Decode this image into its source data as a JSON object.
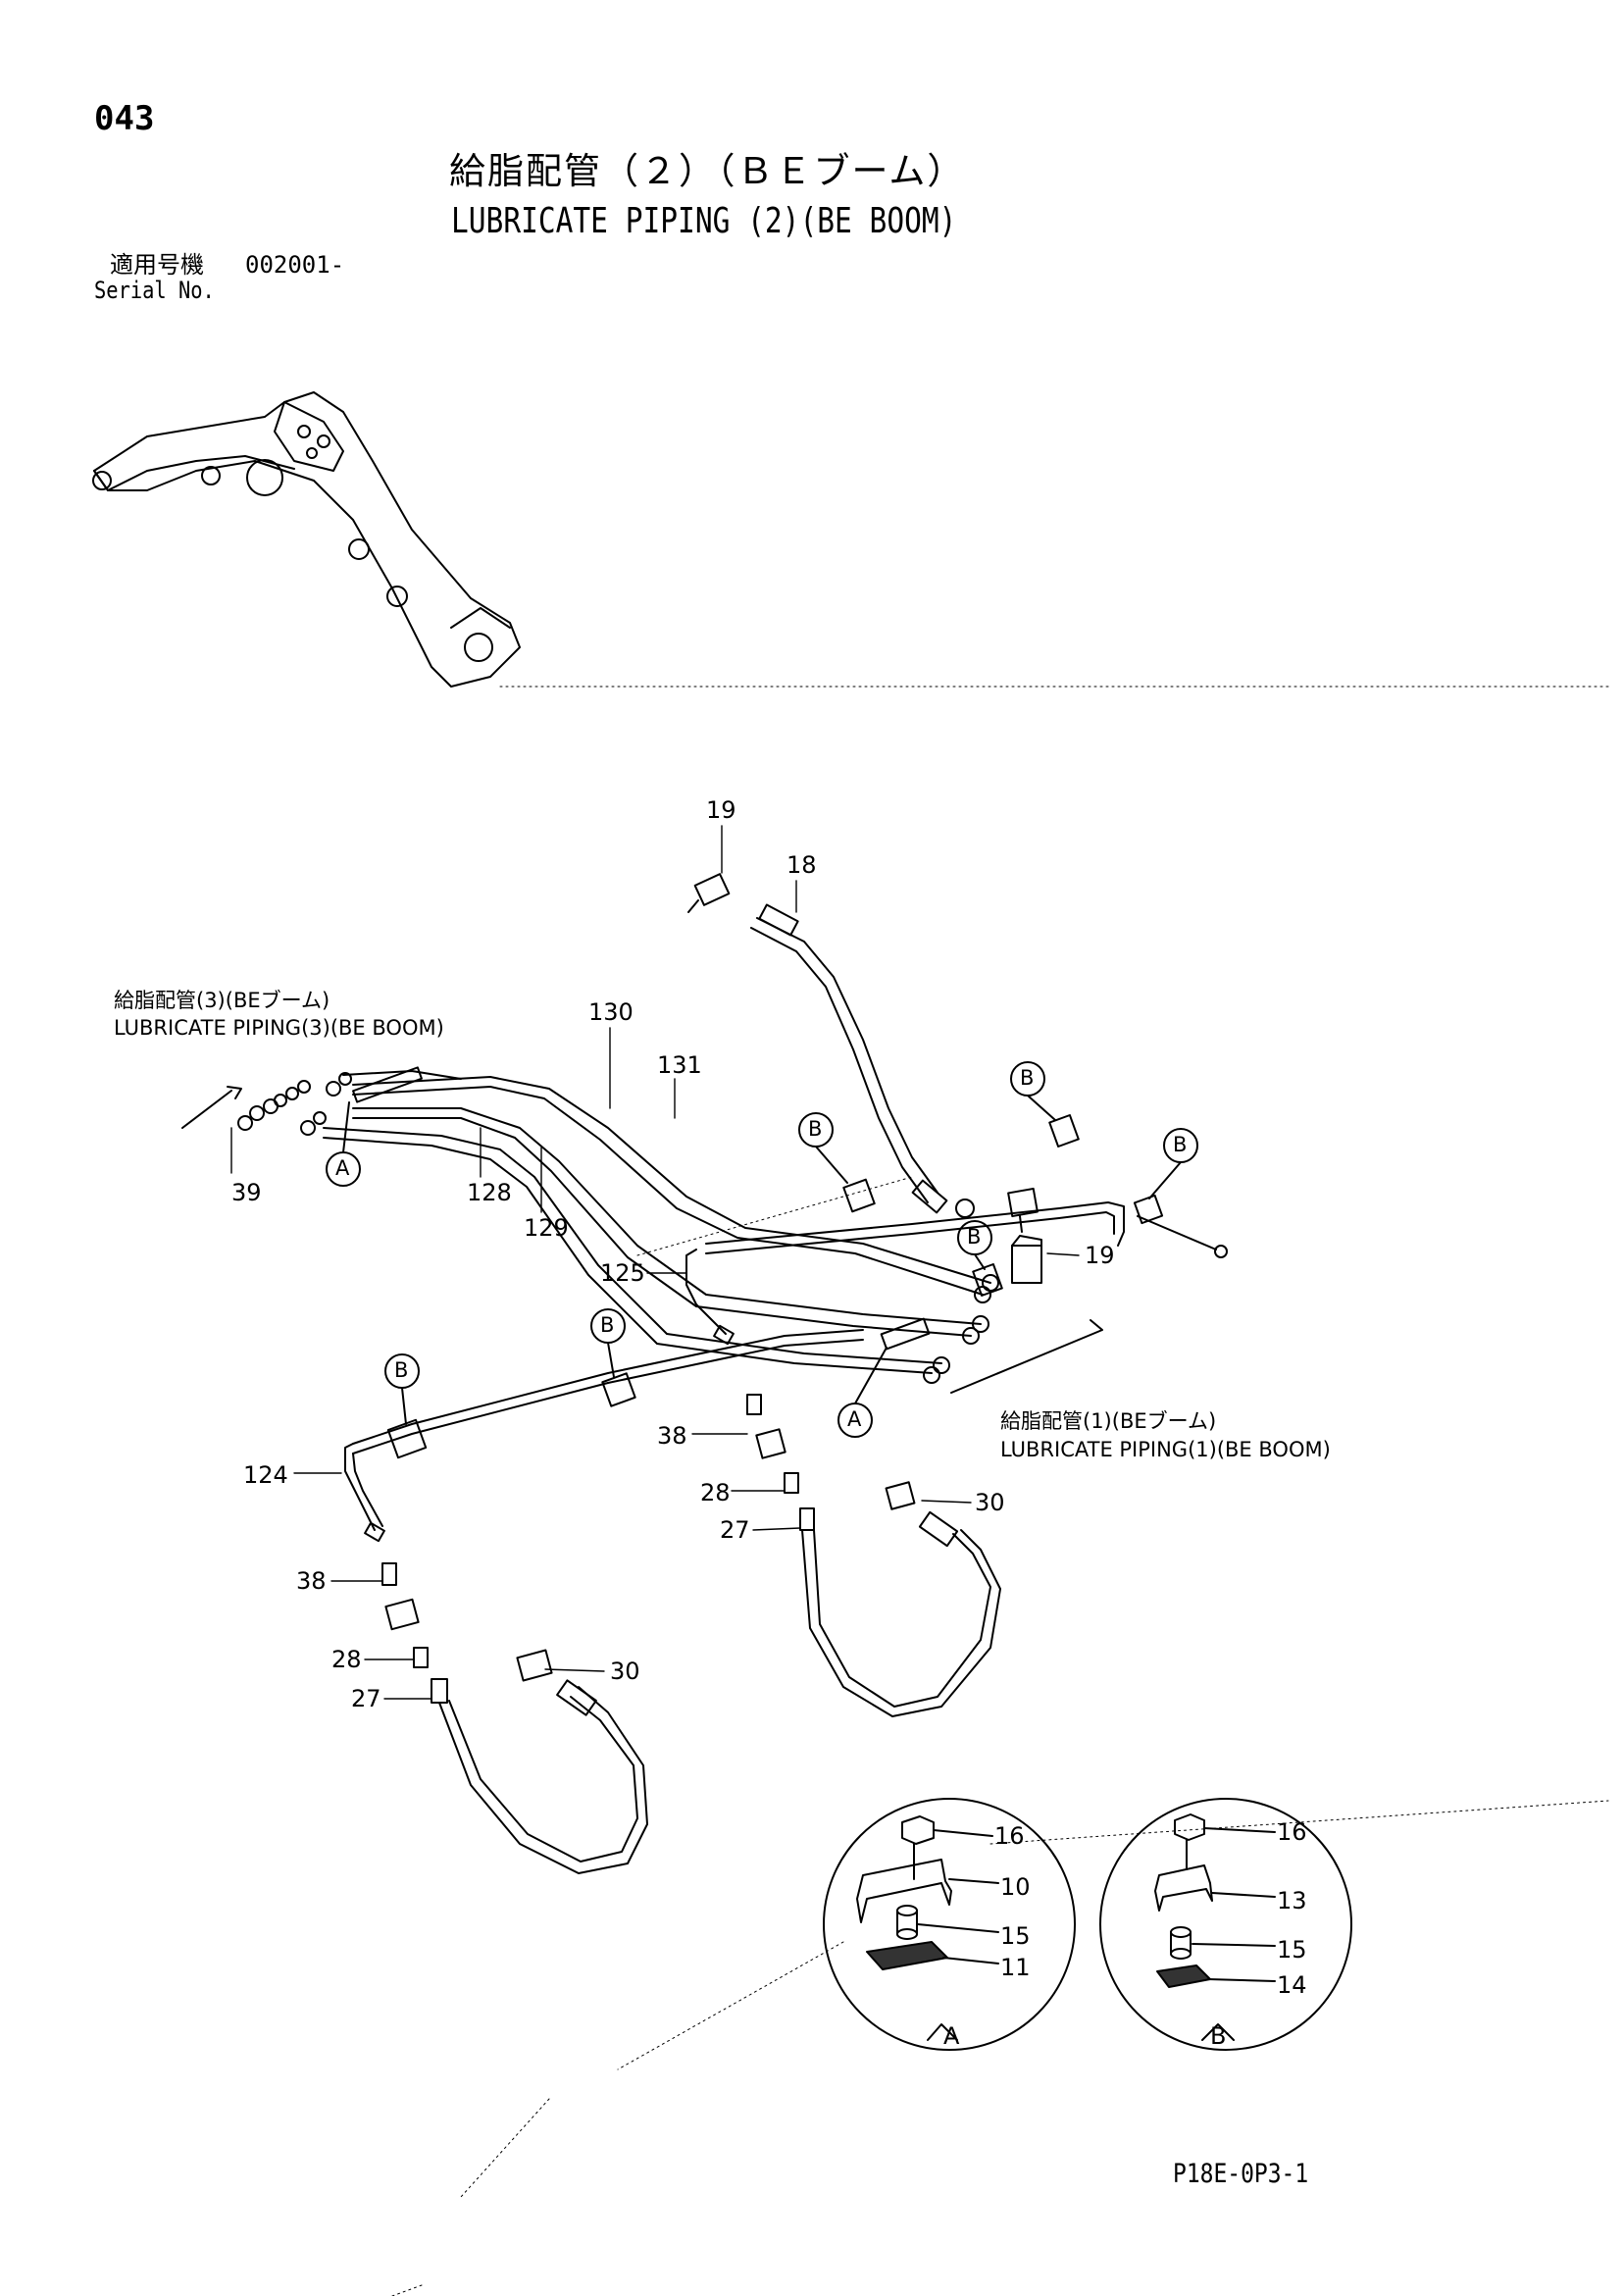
{
  "header": {
    "page_number": "043",
    "title_jp": "給脂配管（２）（ＢＥブーム）",
    "title_en": "LUBRICATE PIPING (2)(BE BOOM)",
    "serial_label_jp": "適用号機",
    "serial_value": "002001-",
    "serial_label_en": "Serial No."
  },
  "references": {
    "piping3_jp": "給脂配管(3)(BEブーム)",
    "piping3_en": "LUBRICATE  PIPING(3)(BE BOOM)",
    "piping1_jp": "給脂配管(1)(BEブーム)",
    "piping1_en": "LUBRICATE  PIPING(1)(BE BOOM)"
  },
  "callouts": {
    "c19a": "19",
    "c18": "18",
    "c130": "130",
    "c131": "131",
    "c39": "39",
    "c128": "128",
    "c129": "129",
    "c125": "125",
    "c19b": "19",
    "c124": "124",
    "c38a": "38",
    "c28a": "28",
    "c27a": "27",
    "c30a": "30",
    "c38b": "38",
    "c28b": "28",
    "c27b": "27",
    "c30b": "30",
    "dA16": "16",
    "dA10": "10",
    "dA15": "15",
    "dA11": "11",
    "dB16": "16",
    "dB13": "13",
    "dB15": "15",
    "dB14": "14"
  },
  "markers": {
    "A1": "A",
    "A2": "A",
    "B1": "B",
    "B2": "B",
    "B3": "B",
    "B4": "B",
    "B5": "B",
    "B6": "B"
  },
  "details": {
    "label_A": "A",
    "label_B": "B"
  },
  "footer": {
    "doc_code": "P18E-0P3-1"
  }
}
